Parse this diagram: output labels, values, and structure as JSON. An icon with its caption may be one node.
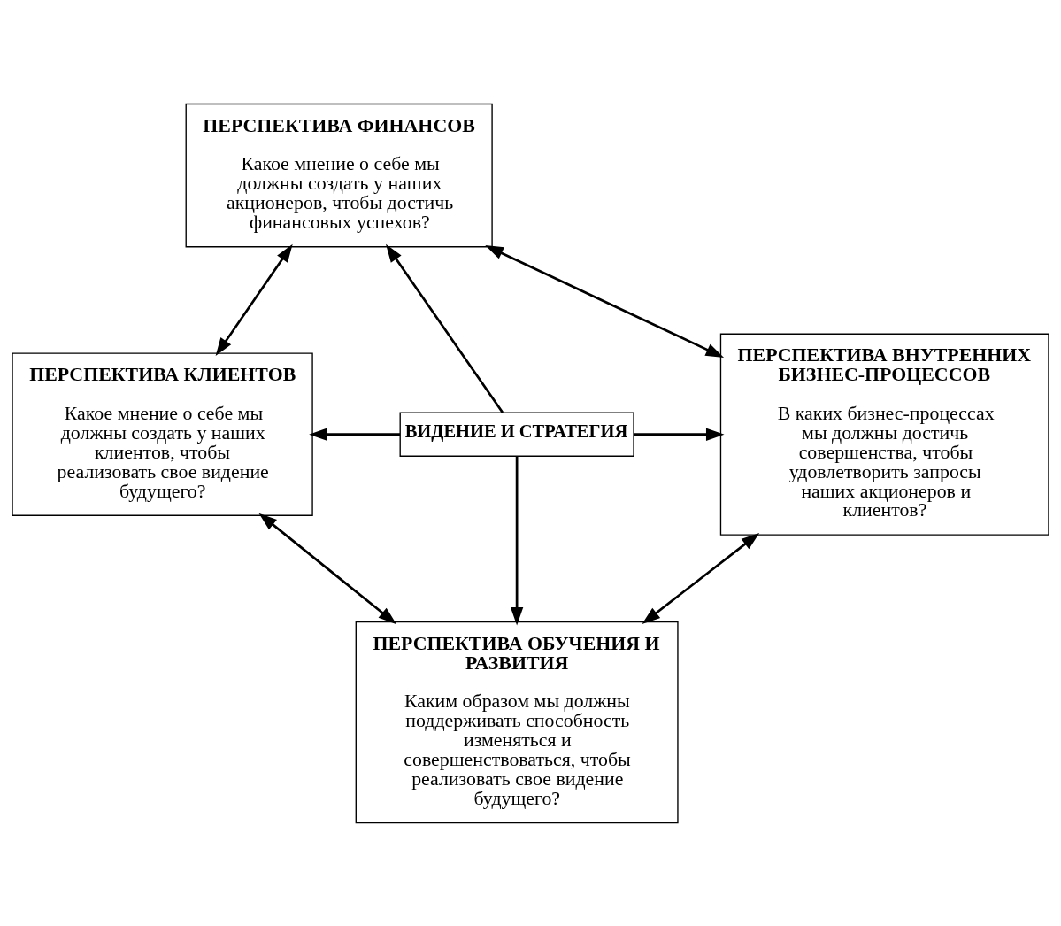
{
  "diagram": {
    "nodes": [
      {
        "text": [
          "ПЕРСПЕКТИВА ФИНАНСОВ",
          "Какое мнение о себе мы должны создать у наших акционеров, чтобы достичь финансовых успехов?"
        ]
      },
      {
        "text": [
          "ПЕРСПЕКТИВА КЛИЕНТОВ",
          "Какое мнение о себе мы должны создать у наших клиентов, чтобы реализовать свое видение будущего?"
        ]
      },
      {
        "text": [
          "ВИДЕНИЕ И СТРАТЕГИЯ"
        ]
      },
      {
        "text": [
          "ПЕРСПЕКТИВА ВНУТРЕННИХ БИЗНЕС-ПРОЦЕССОВ",
          "В каких бизнес-процессах мы должны достичь совершенства, чтобы удовлетворить запросы наших акционеров и клиентов?"
        ]
      },
      {
        "text": [
          "ПЕРСПЕКТИВА ОБУЧЕНИЯ И РАЗВИТИЯ",
          "Каким образом мы должны поддерживать способность изменяться и совершенствоваться, чтобы реализовать свое видение будущего?"
        ]
      }
    ],
    "edges": [
      {
        "from": 2,
        "to": 0,
        "arrow": "to"
      },
      {
        "from": 2,
        "to": 1,
        "arrow": "to"
      },
      {
        "from": 2,
        "to": 3,
        "arrow": "to"
      },
      {
        "from": 2,
        "to": 4,
        "arrow": "to"
      },
      {
        "from": 0,
        "to": 1,
        "arrow": "both"
      },
      {
        "from": 0,
        "to": 3,
        "arrow": "both"
      },
      {
        "from": 1,
        "to": 4,
        "arrow": "both"
      },
      {
        "from": 3,
        "to": 4,
        "arrow": "both"
      }
    ]
  }
}
